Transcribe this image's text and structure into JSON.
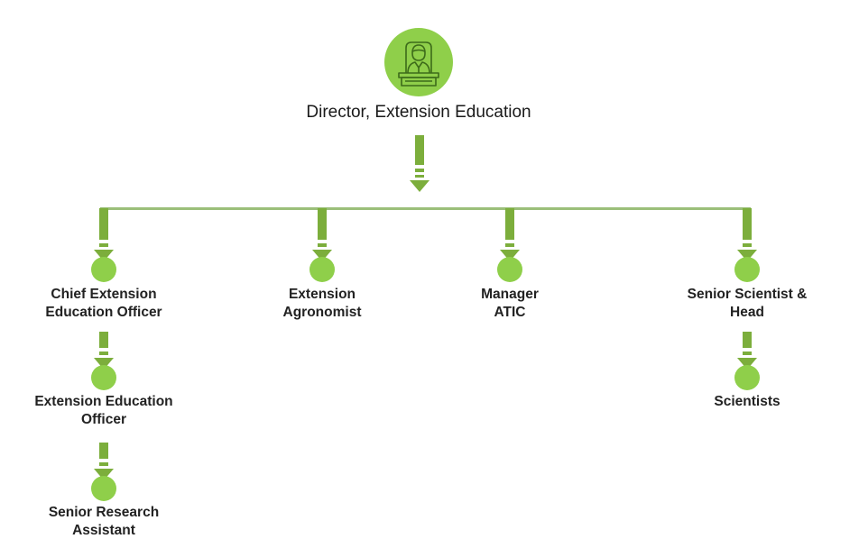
{
  "diagram": {
    "type": "organization-chart",
    "root": {
      "title": "Director, Extension Education",
      "icon": "person-at-podium-icon"
    },
    "columns": [
      {
        "nodes": [
          {
            "line1": "Chief Extension",
            "line2": "Education Officer"
          },
          {
            "line1": "Extension Education",
            "line2": "Officer"
          },
          {
            "line1": "Senior Research",
            "line2": "Assistant"
          }
        ]
      },
      {
        "nodes": [
          {
            "line1": "Extension",
            "line2": "Agronomist"
          }
        ]
      },
      {
        "nodes": [
          {
            "line1": "Manager",
            "line2": "ATIC"
          }
        ]
      },
      {
        "nodes": [
          {
            "line1": "Senior Scientist &",
            "line2": "Head"
          },
          {
            "line1": "Scientists",
            "line2": ""
          }
        ]
      }
    ],
    "colors": {
      "accent_green": "#8fcf4a",
      "arrow_green": "#7cae3c",
      "connector_green": "#9bbf7a",
      "text": "#222222"
    }
  }
}
